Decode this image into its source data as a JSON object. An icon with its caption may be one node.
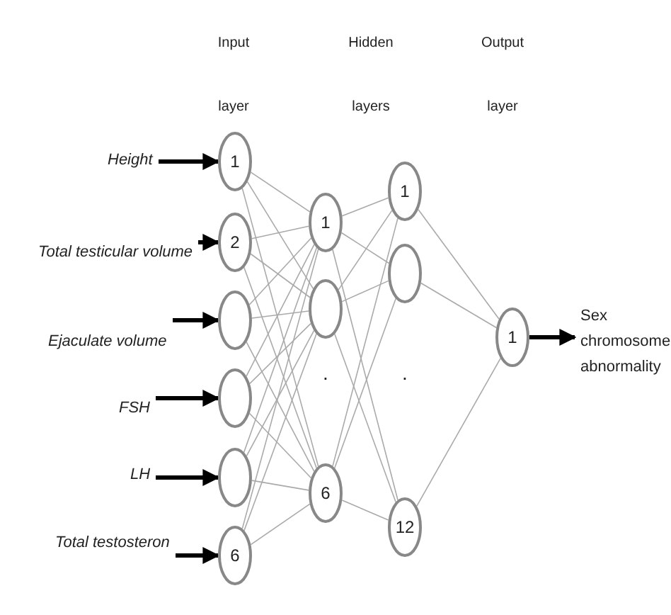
{
  "diagram": {
    "nodes": [
      {
        "text": [
          "Height"
        ]
      },
      {
        "text": [
          "Total testicular volume"
        ]
      },
      {
        "text": [
          "Ejaculate volume"
        ]
      },
      {
        "text": [
          "FSH"
        ]
      },
      {
        "text": [
          "LH"
        ]
      },
      {
        "text": [
          "Total testosteron"
        ]
      },
      {
        "text": [
          "1"
        ]
      },
      {
        "text": [
          "2"
        ]
      },
      {
        "text": [],
        "shape": "circle"
      },
      {
        "text": [],
        "shape": "circle"
      },
      {
        "text": [],
        "shape": "circle"
      },
      {
        "text": [
          "6"
        ]
      },
      {
        "text": [
          "1"
        ]
      },
      {
        "text": [],
        "shape": "circle"
      },
      {
        "text": [
          "6"
        ]
      },
      {
        "text": [
          "1"
        ]
      },
      {
        "text": [],
        "shape": "circle"
      },
      {
        "text": [
          "12"
        ]
      },
      {
        "text": [
          "1"
        ]
      },
      {
        "text": [
          "Sex chromosome abnormality"
        ]
      }
    ],
    "edges": [
      {
        "from": 0,
        "to": 6,
        "arrow": "to",
        "style": "thick",
        "color": "#000000"
      },
      {
        "from": 1,
        "to": 7,
        "arrow": "to",
        "style": "thick",
        "color": "#000000"
      },
      {
        "from": 2,
        "to": 8,
        "arrow": "to",
        "style": "thick",
        "color": "#000000"
      },
      {
        "from": 3,
        "to": 9,
        "arrow": "to",
        "style": "thick",
        "color": "#000000"
      },
      {
        "from": 4,
        "to": 10,
        "arrow": "to",
        "style": "thick",
        "color": "#000000"
      },
      {
        "from": 5,
        "to": 11,
        "arrow": "to",
        "style": "thick",
        "color": "#000000"
      },
      {
        "from": 6,
        "to": 12,
        "arrow": "none"
      },
      {
        "from": 6,
        "to": 13,
        "arrow": "none"
      },
      {
        "from": 6,
        "to": 14,
        "arrow": "none"
      },
      {
        "from": 7,
        "to": 12,
        "arrow": "none"
      },
      {
        "from": 7,
        "to": 13,
        "arrow": "none"
      },
      {
        "from": 7,
        "to": 14,
        "arrow": "none"
      },
      {
        "from": 8,
        "to": 12,
        "arrow": "none"
      },
      {
        "from": 8,
        "to": 13,
        "arrow": "none"
      },
      {
        "from": 8,
        "to": 14,
        "arrow": "none"
      },
      {
        "from": 9,
        "to": 12,
        "arrow": "none"
      },
      {
        "from": 9,
        "to": 13,
        "arrow": "none"
      },
      {
        "from": 9,
        "to": 14,
        "arrow": "none"
      },
      {
        "from": 10,
        "to": 12,
        "arrow": "none"
      },
      {
        "from": 10,
        "to": 13,
        "arrow": "none"
      },
      {
        "from": 10,
        "to": 14,
        "arrow": "none"
      },
      {
        "from": 11,
        "to": 12,
        "arrow": "none"
      },
      {
        "from": 11,
        "to": 13,
        "arrow": "none"
      },
      {
        "from": 11,
        "to": 14,
        "arrow": "none"
      },
      {
        "from": 12,
        "to": 15,
        "arrow": "none"
      },
      {
        "from": 12,
        "to": 16,
        "arrow": "none"
      },
      {
        "from": 12,
        "to": 17,
        "arrow": "none"
      },
      {
        "from": 13,
        "to": 15,
        "arrow": "none"
      },
      {
        "from": 13,
        "to": 16,
        "arrow": "none"
      },
      {
        "from": 13,
        "to": 17,
        "arrow": "none"
      },
      {
        "from": 14,
        "to": 15,
        "arrow": "none"
      },
      {
        "from": 14,
        "to": 16,
        "arrow": "none"
      },
      {
        "from": 14,
        "to": 17,
        "arrow": "none"
      },
      {
        "from": 15,
        "to": 18,
        "arrow": "none"
      },
      {
        "from": 16,
        "to": 18,
        "arrow": "none"
      },
      {
        "from": 17,
        "to": 18,
        "arrow": "none"
      },
      {
        "from": 18,
        "to": 19,
        "arrow": "to",
        "style": "thick",
        "color": "#000000"
      }
    ],
    "labels": [
      "Input",
      "Hidden",
      "Output",
      "layer",
      "layers",
      "layer",
      ".",
      "."
    ]
  }
}
